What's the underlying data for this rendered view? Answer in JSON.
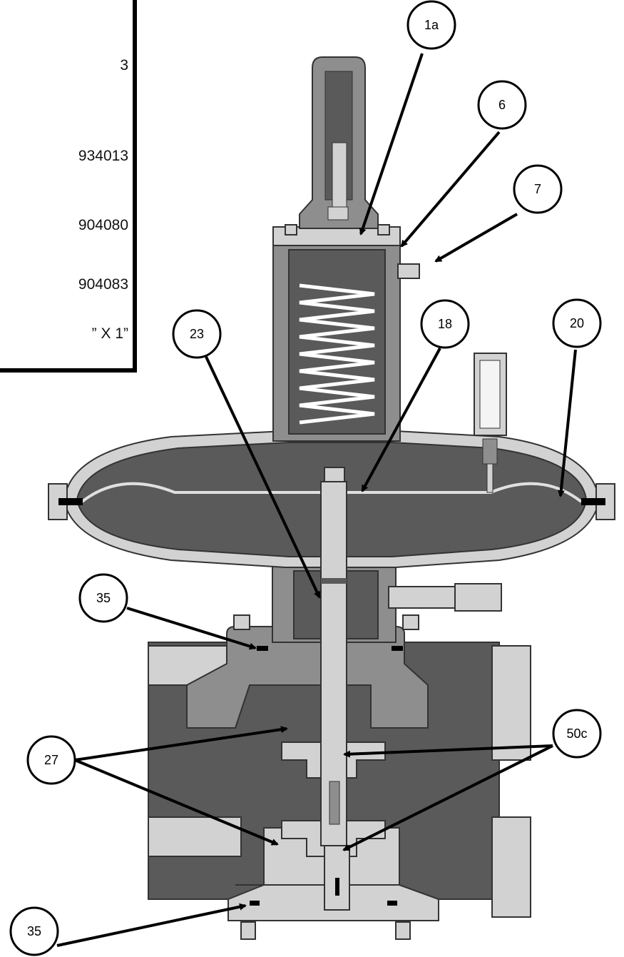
{
  "legend": {
    "lines": [
      "3",
      "934013",
      "904080",
      "904083",
      "” X 1”"
    ]
  },
  "callouts": [
    {
      "id": "1a",
      "label": "1a"
    },
    {
      "id": "6",
      "label": "6"
    },
    {
      "id": "7",
      "label": "7"
    },
    {
      "id": "23",
      "label": "23"
    },
    {
      "id": "18",
      "label": "18"
    },
    {
      "id": "20",
      "label": "20"
    },
    {
      "id": "35-top",
      "label": "35"
    },
    {
      "id": "27",
      "label": "27"
    },
    {
      "id": "50c",
      "label": "50c"
    },
    {
      "id": "35-bottom",
      "label": "35"
    }
  ],
  "colors": {
    "body_dark": "#5a5a5a",
    "body_mid": "#8e8e8e",
    "body_light": "#d2d2d2",
    "line": "#000000"
  }
}
